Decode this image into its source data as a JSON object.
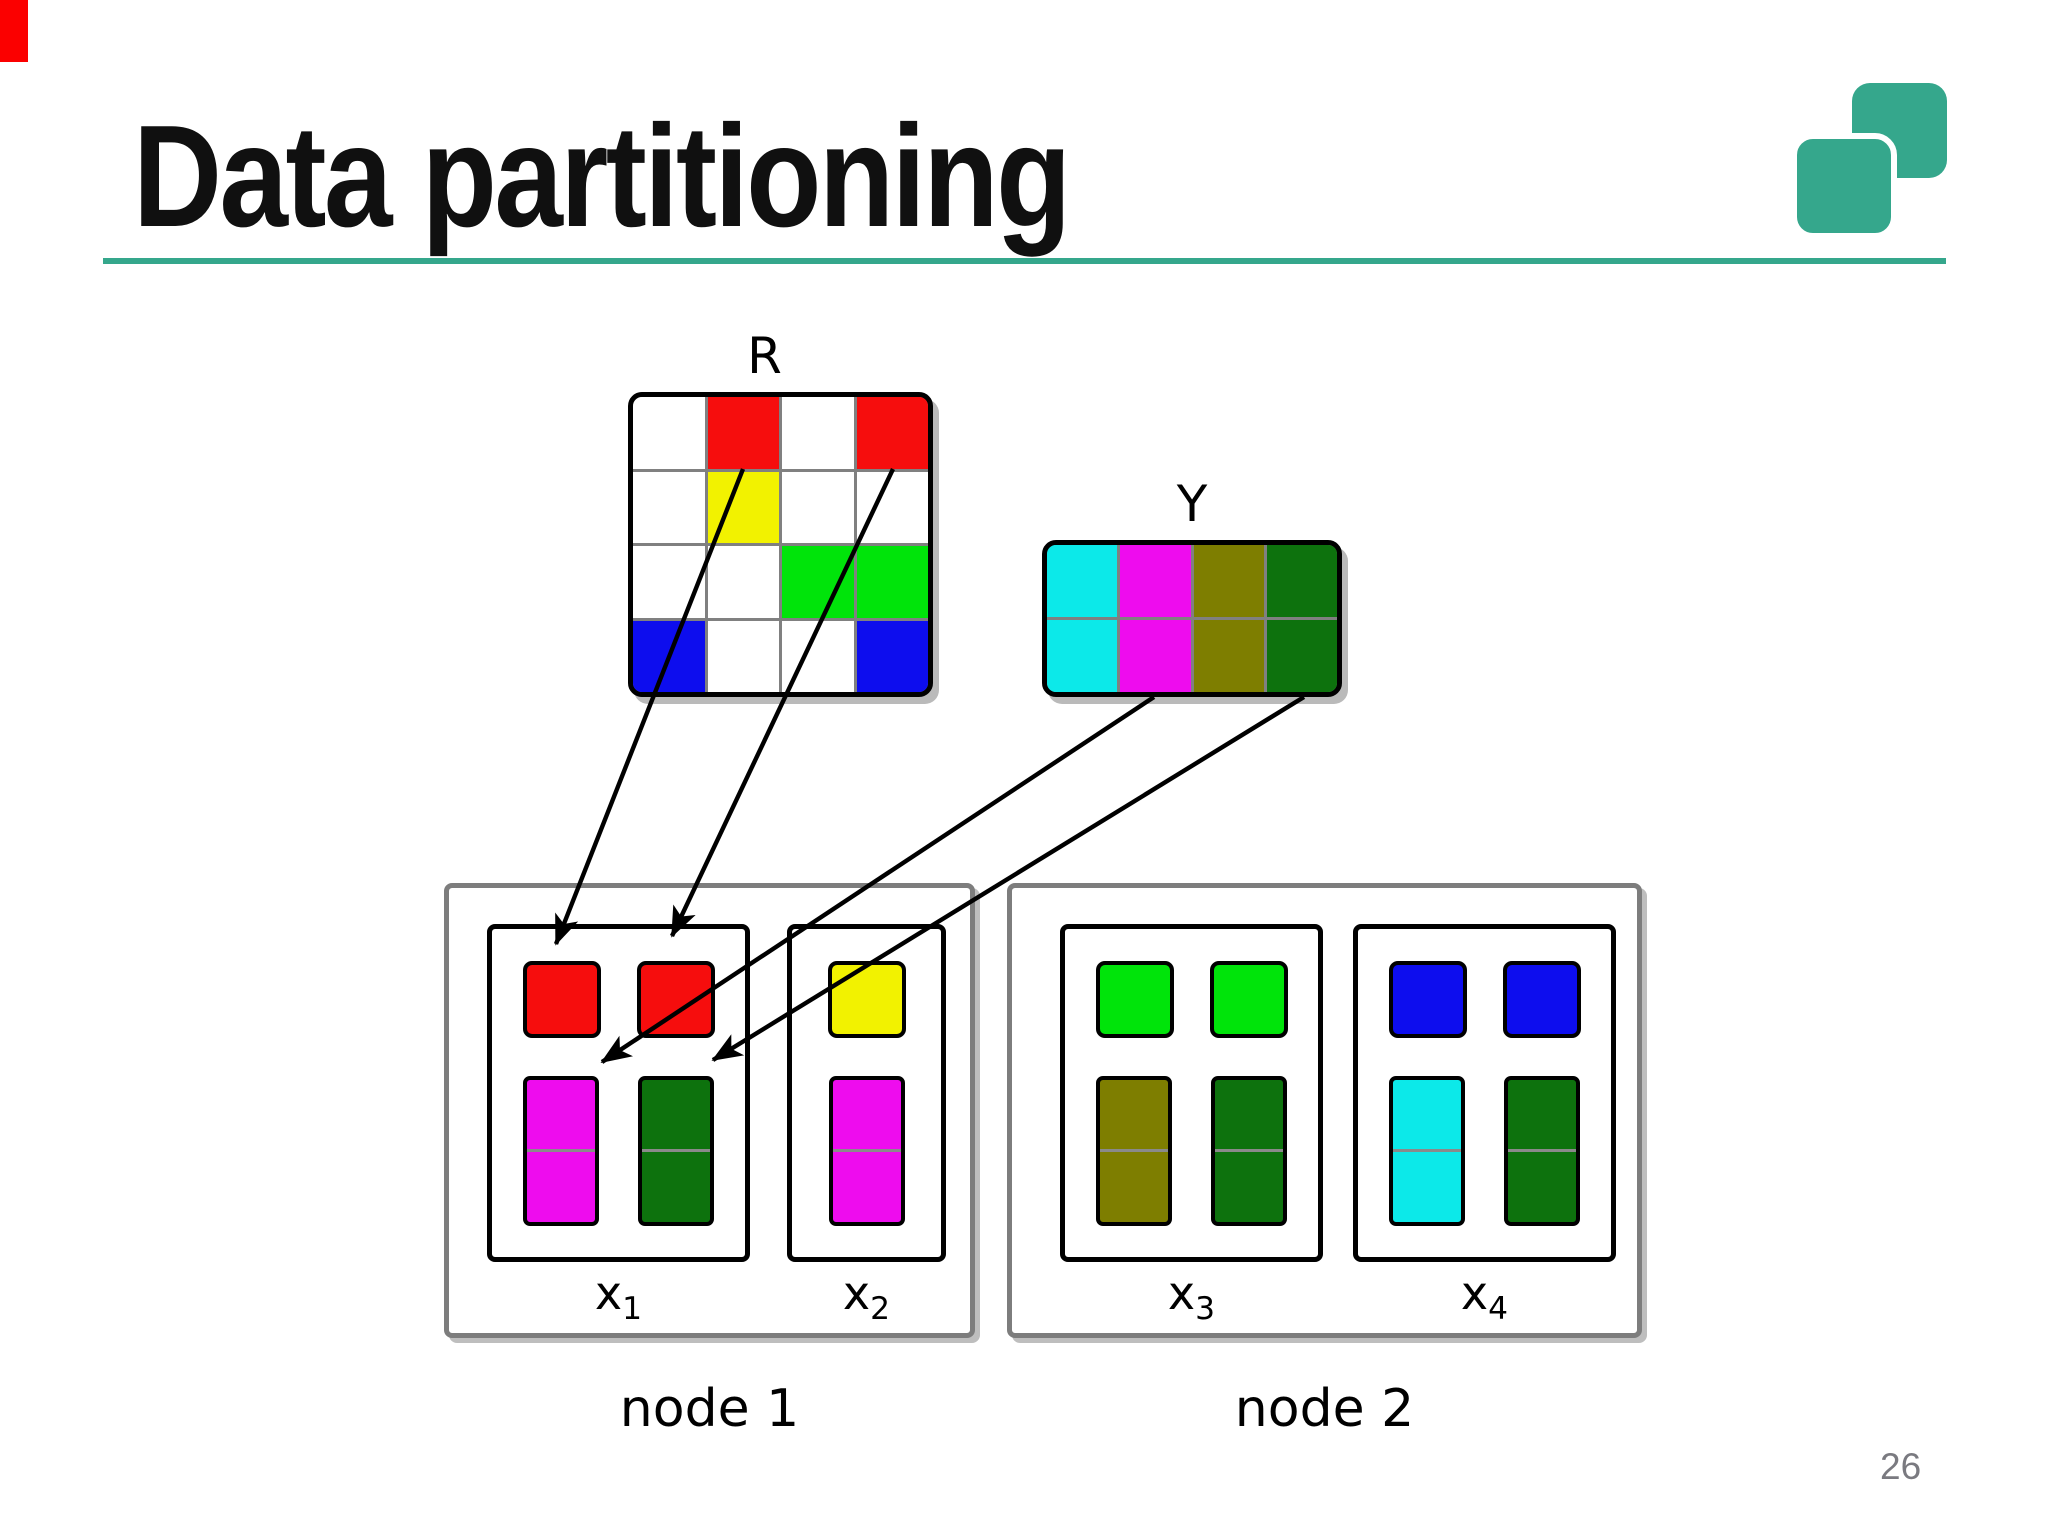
{
  "slide": {
    "title": "Data partitioning",
    "page_number": "26"
  },
  "colors": {
    "accent": "#35a78c",
    "white": "#ffffff",
    "red": "#f60d0d",
    "yellow": "#f2f200",
    "green": "#00e40a",
    "blue": "#0d0dee",
    "cyan": "#0ce9e9",
    "magenta": "#ee0cee",
    "olive": "#7e7e00",
    "darkgreen": "#0d720d",
    "grid_line": "#808080",
    "node_border": "#7d7d7d",
    "page_number_color": "#7a7a80",
    "corner_marker": "#fb0000"
  },
  "matrices": {
    "R": {
      "label": "R",
      "cells": [
        [
          "white",
          "red",
          "white",
          "red"
        ],
        [
          "white",
          "yellow",
          "white",
          "white"
        ],
        [
          "white",
          "white",
          "green",
          "green"
        ],
        [
          "blue",
          "white",
          "white",
          "blue"
        ]
      ]
    },
    "Y": {
      "label": "Y",
      "cells": [
        [
          "cyan",
          "magenta",
          "olive",
          "darkgreen"
        ],
        [
          "cyan",
          "magenta",
          "olive",
          "darkgreen"
        ]
      ]
    }
  },
  "nodes": [
    {
      "label": "node 1",
      "partitions": [
        {
          "name": "x",
          "sub": "1",
          "top": [
            "red",
            "red"
          ],
          "bottom": [
            "magenta",
            "darkgreen"
          ]
        },
        {
          "name": "x",
          "sub": "2",
          "top": [
            "yellow"
          ],
          "bottom": [
            "magenta"
          ]
        }
      ]
    },
    {
      "label": "node 2",
      "partitions": [
        {
          "name": "x",
          "sub": "3",
          "top": [
            "green",
            "green"
          ],
          "bottom": [
            "olive",
            "darkgreen"
          ]
        },
        {
          "name": "x",
          "sub": "4",
          "top": [
            "blue",
            "blue"
          ],
          "bottom": [
            "cyan",
            "darkgreen"
          ]
        }
      ]
    }
  ],
  "arrows": [
    {
      "from": "R row1 col2",
      "to": "node1 x1 red cell 1"
    },
    {
      "from": "R row1 col4",
      "to": "node1 x1 red cell 2"
    },
    {
      "from": "Y col2 (magenta)",
      "to": "node1 x1 magenta cell"
    },
    {
      "from": "Y col4 (darkgreen)",
      "to": "node1 x1 darkgreen cell"
    }
  ]
}
